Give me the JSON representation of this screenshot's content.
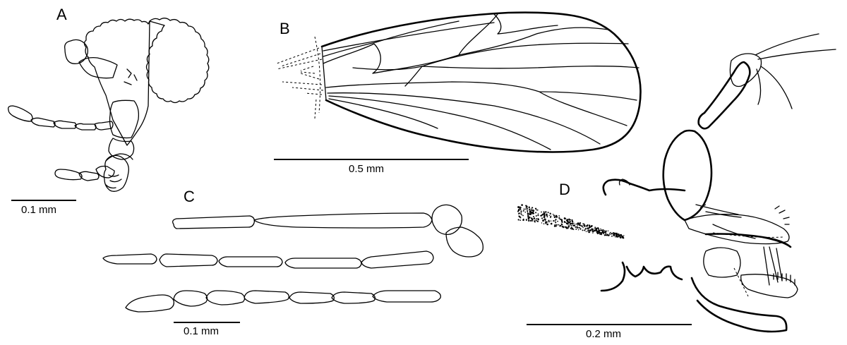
{
  "panels": {
    "A": {
      "label": "A",
      "scale": "0.1 mm"
    },
    "B": {
      "label": "B",
      "scale": "0.5 mm"
    },
    "C": {
      "label": "C",
      "scale": "0.1 mm"
    },
    "D": {
      "label": "D",
      "scale": "0.2 mm"
    }
  },
  "colors": {
    "ink": "#000000",
    "background": "#ffffff"
  }
}
